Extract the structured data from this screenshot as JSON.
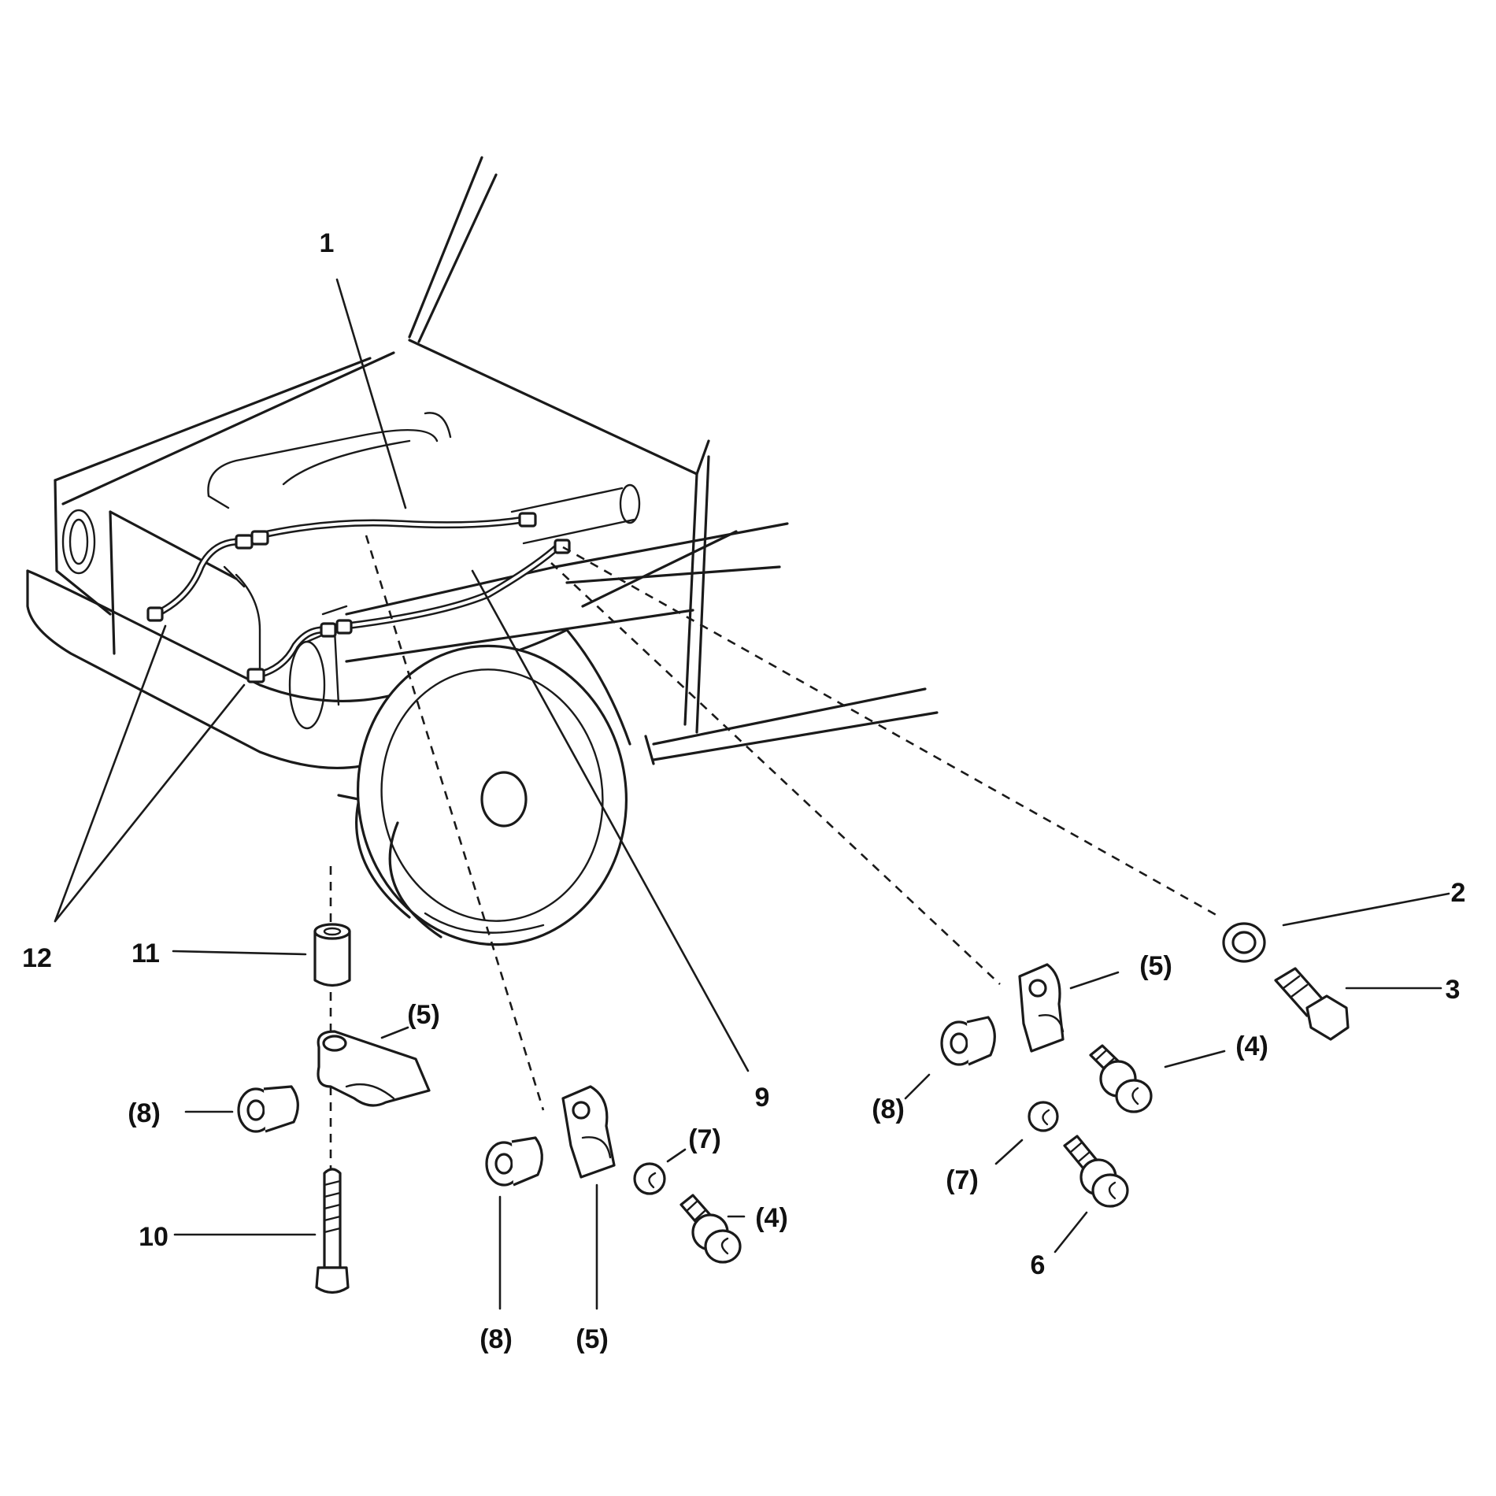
{
  "callouts": {
    "c1": "1",
    "c2": "2",
    "c3": "3",
    "c4a": "(4)",
    "c4b": "(4)",
    "c5a": "(5)",
    "c5b": "(5)",
    "c5c": "(5)",
    "c6": "6",
    "c7a": "(7)",
    "c7b": "(7)",
    "c8a": "(8)",
    "c8b": "(8)",
    "c8c": "(8)",
    "c9": "9",
    "c10": "10",
    "c11": "11",
    "c12": "12"
  }
}
